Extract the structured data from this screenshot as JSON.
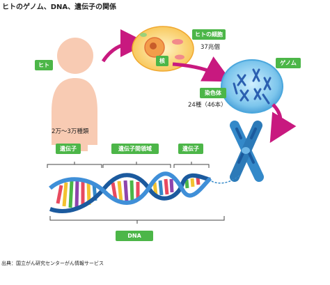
{
  "title": "ヒトのゲノム、DNA、遺伝子の関係",
  "labels": {
    "human": "ヒト",
    "cell": "ヒトの細胞",
    "nucleus": "核",
    "genome": "ゲノム",
    "chromosome": "染色体",
    "gene_left": "遺伝子",
    "gene_region": "遺伝子間領域",
    "gene_right": "遺伝子",
    "dna": "DNA"
  },
  "annotations": {
    "cell_count": "37兆個",
    "chromosome_count": "24種（46本）",
    "gene_count": "2万～3万種類"
  },
  "source": "出典：国立がん研究センターがん情報サービス",
  "colors": {
    "label_green": "#4cb648",
    "arrow_magenta": "#c8197f",
    "skin": "#f8cbb3",
    "cell_yellow": "#f7c14a",
    "nucleus_blue": "#5fb2e3",
    "chromosome_blue": "#3489c9",
    "dna_backbone": "#1b5a9e"
  }
}
